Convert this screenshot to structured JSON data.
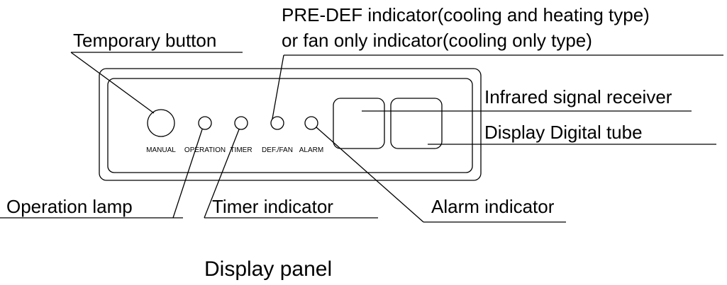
{
  "callouts": {
    "pre_def_line1": "PRE-DEF indicator(cooling and heating type)",
    "pre_def_line2": "or fan only indicator(cooling only type)",
    "temporary_button": "Temporary button",
    "infrared_receiver": "Infrared signal receiver",
    "display_tube": "Display Digital tube",
    "operation_lamp": "Operation lamp",
    "timer_indicator": "Timer indicator",
    "alarm_indicator": "Alarm indicator"
  },
  "panel_labels": {
    "manual": "MANUAL",
    "operation": "OPERATION",
    "timer": "TIMER",
    "def_fan": "DEF./FAN",
    "alarm": "ALARM"
  },
  "caption": "Display panel"
}
